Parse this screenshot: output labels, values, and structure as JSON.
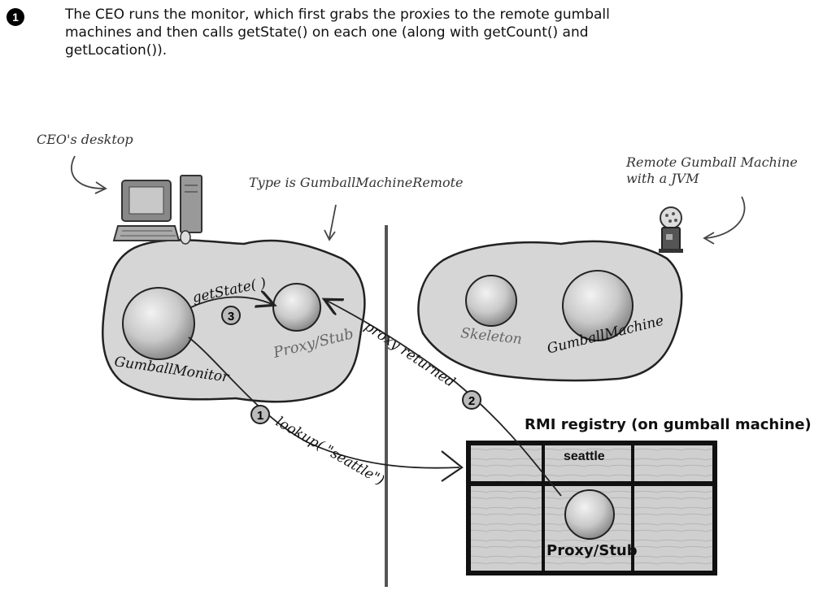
{
  "intro": {
    "step_number": "1",
    "text": "The CEO runs the monitor, which first grabs the proxies to the remote gumball machines and then calls getState() on each one (along with getCount() and getLocation())."
  },
  "notes": {
    "ceo_desktop": "CEO's desktop",
    "type_note": "Type is GumballMachineRemote",
    "remote_note": "Remote Gumball Machine with a JVM"
  },
  "objects": {
    "gumball_monitor": "GumballMonitor",
    "proxy_stub_client": "Proxy/Stub",
    "skeleton": "Skeleton",
    "gumball_machine": "GumballMachine",
    "proxy_stub_registry": "Proxy/Stub"
  },
  "calls": {
    "get_state": "getState( )",
    "proxy_returned": "proxy returned",
    "lookup": "lookup( \"seattle\")"
  },
  "steps": {
    "one": "1",
    "two": "2",
    "three": "3"
  },
  "registry": {
    "title": "RMI registry (on gumball machine)",
    "entry": "seattle"
  },
  "colors": {
    "blob_fill": "#d6d6d6",
    "blob_stroke": "#222222",
    "sphere_light": "#e8e8e8",
    "sphere_dark": "#9a9a9a",
    "line": "#222222"
  }
}
